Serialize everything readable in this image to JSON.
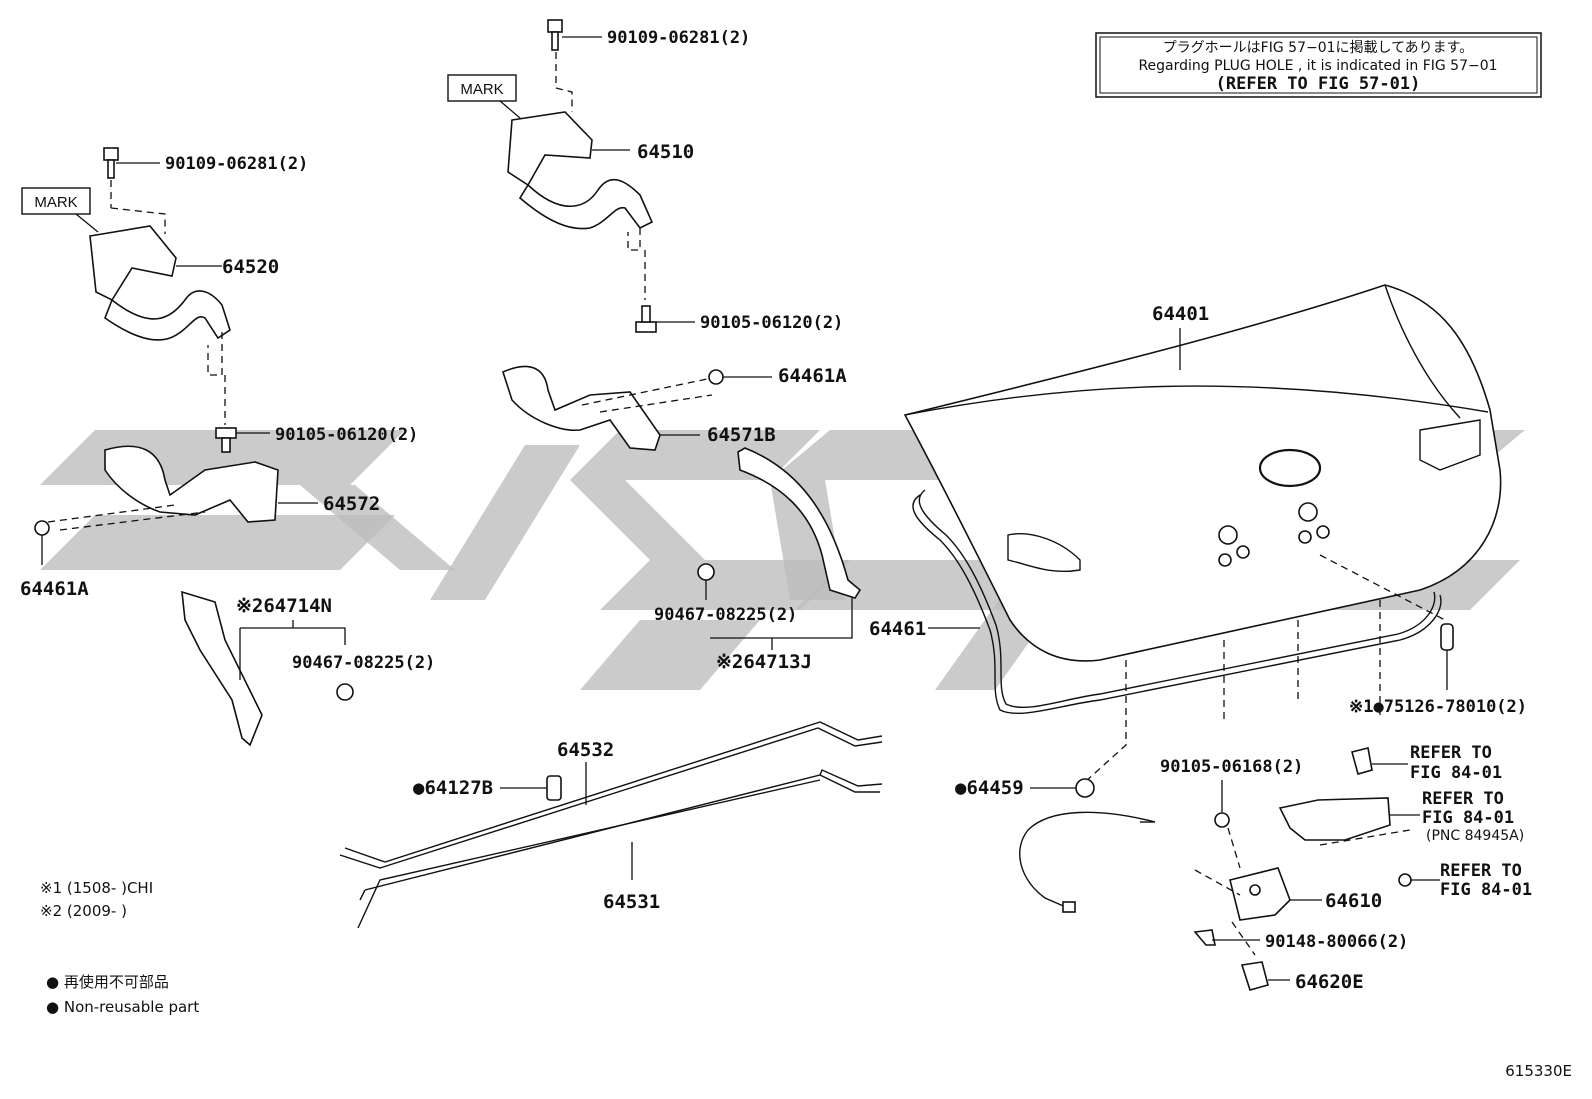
{
  "note_box": {
    "line1": "プラグホールはFIG 57−01に掲載してあります。",
    "line2": "Regarding  PLUG  HOLE , it is indicated in FIG  57−01",
    "line3": "(REFER TO FIG 57-01)"
  },
  "mark_labels": {
    "left": "MARK",
    "center": "MARK"
  },
  "parts": {
    "p90109_left": "90109-06281(2)",
    "p64520": "64520",
    "p90105_left": "90105-06120(2)",
    "p64572": "64572",
    "p64461A_left": "64461A",
    "p64714N": "※264714N",
    "p90467_left": "90467-08225(2)",
    "p90109_center": "90109-06281(2)",
    "p64510": "64510",
    "p90105_center": "90105-06120(2)",
    "p64461A_center": "64461A",
    "p64571B": "64571B",
    "p90467_center": "90467-08225(2)",
    "p64713J": "※264713J",
    "p64532": "64532",
    "p64127B": "●64127B",
    "p64531": "64531",
    "p64401": "64401",
    "p64461": "64461",
    "p75126": "※1●75126-78010(2)",
    "p64459": "●64459",
    "p90105_right": "90105-06168(2)",
    "refer1_a": "REFER TO",
    "refer1_b": "FIG 84-01",
    "refer2_a": "REFER TO",
    "refer2_b": "FIG 84-01",
    "refer2_c": "(PNC 84945A)",
    "refer3_a": "REFER TO",
    "refer3_b": "FIG 84-01",
    "p64610": "64610",
    "p90148": "90148-80066(2)",
    "p64620E": "64620E"
  },
  "footnotes": {
    "n1": "※1 (1508-      )CHI",
    "n2": "※2 (2009-      )"
  },
  "legend": {
    "jp": "● 再使用不可部品",
    "en": "● Non-reusable part"
  },
  "figure_id": "615330E"
}
